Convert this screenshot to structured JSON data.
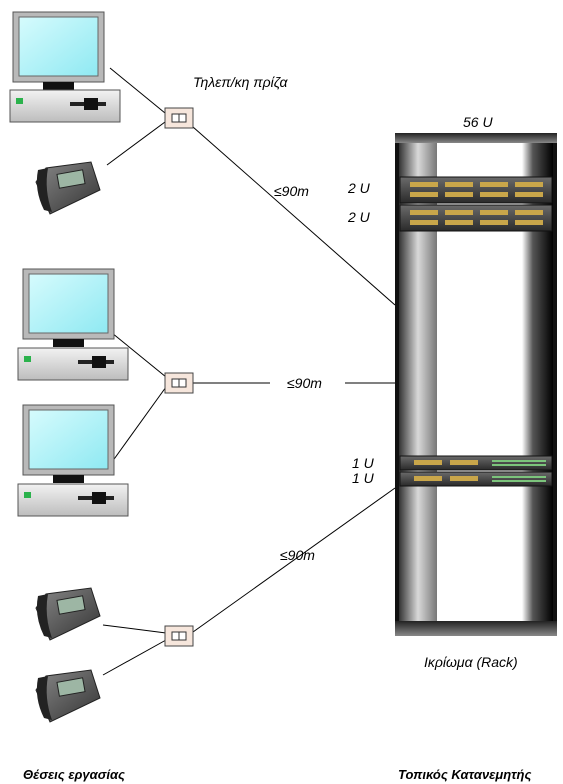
{
  "labels": {
    "outlet": "Τηλεπ/κη πρίζα",
    "rack_height": "56 U",
    "u2_first": "2 U",
    "u2_second": "2 U",
    "u1_first": "1 U",
    "u1_second": "1 U",
    "dist1": "≤90m",
    "dist2": "≤90m",
    "dist3": "≤90m",
    "rack_name": "Ικρίωμα (Rack)",
    "workstations": "Θέσεις εργασίας",
    "local_distributor": "Τοπικός Κατανεμητής"
  },
  "colors": {
    "screen": "#aef3f8",
    "outlet_fill": "#f6e6dc",
    "rack_dark": "#000000"
  }
}
